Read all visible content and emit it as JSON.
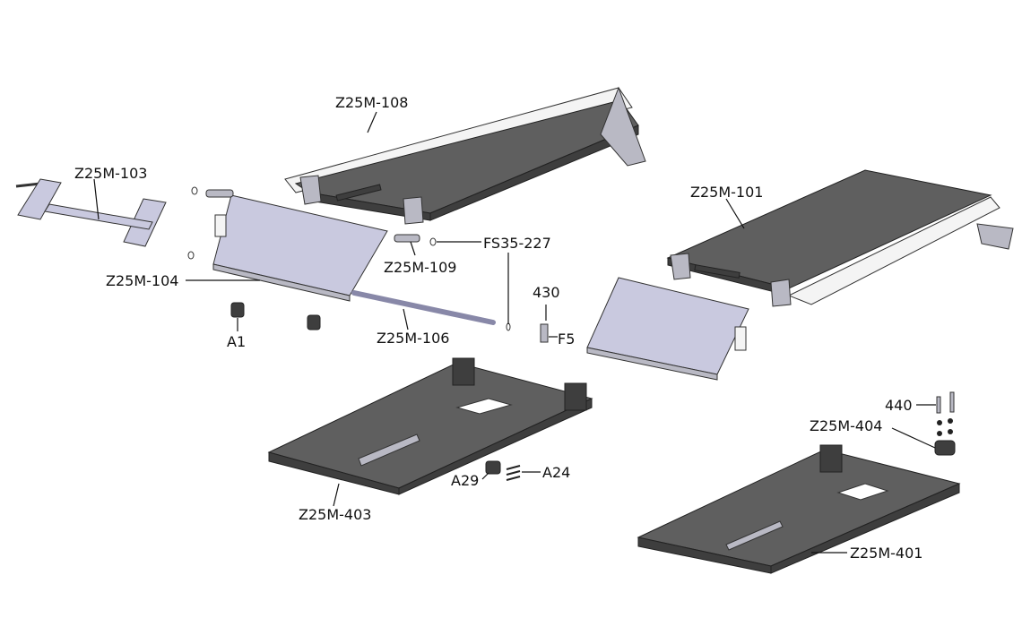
{
  "diagram": {
    "title": "Exploded parts diagram",
    "labels": {
      "z25m_108": "Z25M-108",
      "z25m_103": "Z25M-103",
      "z25m_101": "Z25M-101",
      "z25m_104": "Z25M-104",
      "z25m_109": "Z25M-109",
      "fs35_227": "FS35-227",
      "p430": "430",
      "f5": "F5",
      "a1": "A1",
      "z25m_106": "Z25M-106",
      "p440": "440",
      "z25m_404": "Z25M-404",
      "a29": "A29",
      "a24": "A24",
      "z25m_403": "Z25M-403",
      "z25m_401": "Z25M-401"
    }
  }
}
